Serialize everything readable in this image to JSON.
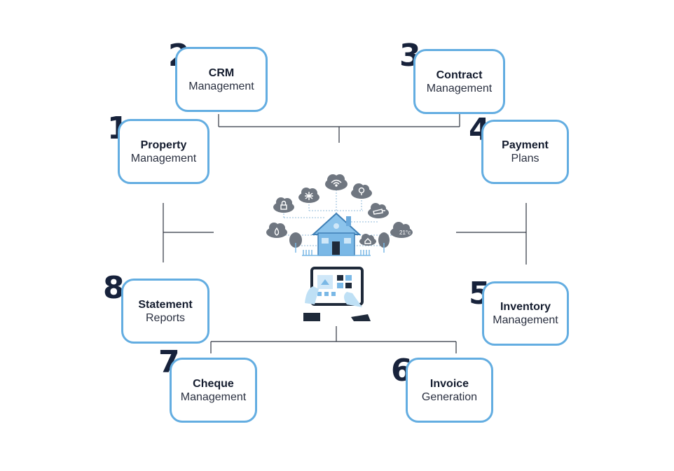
{
  "modules": [
    {
      "number": "1",
      "title": "Property",
      "subtitle": "Management"
    },
    {
      "number": "2",
      "title": "CRM",
      "subtitle": "Management"
    },
    {
      "number": "3",
      "title": "Contract",
      "subtitle": "Management"
    },
    {
      "number": "4",
      "title": "Payment",
      "subtitle": "Plans"
    },
    {
      "number": "5",
      "title": "Inventory",
      "subtitle": "Management"
    },
    {
      "number": "6",
      "title": "Invoice",
      "subtitle": "Generation"
    },
    {
      "number": "7",
      "title": "Cheque",
      "subtitle": "Management"
    },
    {
      "number": "8",
      "title": "Statement",
      "subtitle": "Reports"
    }
  ],
  "hub": {
    "temperature_label": "21°c"
  },
  "colors": {
    "box_border": "#63ade1",
    "number": "#17223b",
    "connector": "#2f3440",
    "house": "#7ab8e6",
    "cloud": "#6f7680"
  }
}
